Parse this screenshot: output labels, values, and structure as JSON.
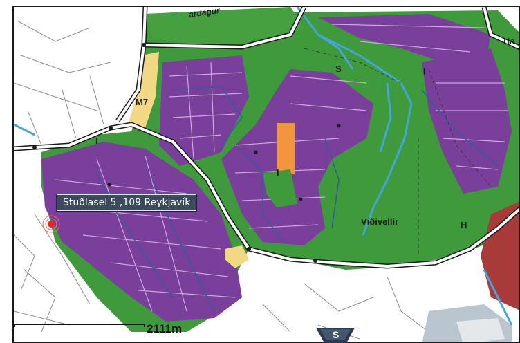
{
  "map": {
    "location_tooltip": "Stuðlasel 5 ,109 Reykjavík",
    "scale_label": "2111m",
    "compass_label": "S",
    "area_labels": {
      "m7": "M7",
      "i_west": "I",
      "i_center": "I",
      "i_east": "I",
      "s_north": "S",
      "vidivellir": "Víðivellir",
      "h_east": "H",
      "ha_corner": "Ha",
      "road_top": "ardagur"
    },
    "colors": {
      "residential": "#7a3f9a",
      "green_area": "#3f9a3c",
      "yellow_zone": "#f2d883",
      "orange_zone": "#f1953e",
      "water": "#44a6d8",
      "brown_zone": "#a83a3a",
      "road_outline": "#1a1a1a",
      "tooltip_bg": "#3b4a5c"
    }
  }
}
